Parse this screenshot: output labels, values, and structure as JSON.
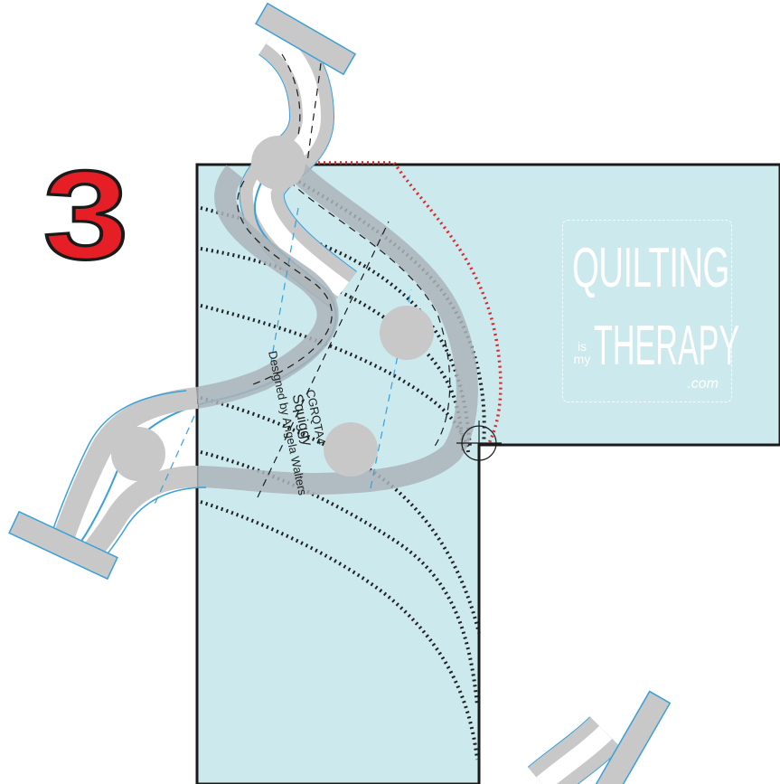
{
  "step_number": "3",
  "ruler": {
    "product_code": "CGRQTA4",
    "name": "Squiggy",
    "designer": "Designed by Angela Walters"
  },
  "logo": {
    "line1": "QUILTING",
    "line2_small": "is my",
    "line2": "THERAPY",
    "suffix": ".com"
  },
  "colors": {
    "fabric": "#cce9ee",
    "ruler_gray": "#c8c8c8",
    "ruler_outline": "#3aa0d8",
    "number_red": "#e61e25",
    "guide_red": "#e0262b",
    "stitch": "#222222"
  }
}
